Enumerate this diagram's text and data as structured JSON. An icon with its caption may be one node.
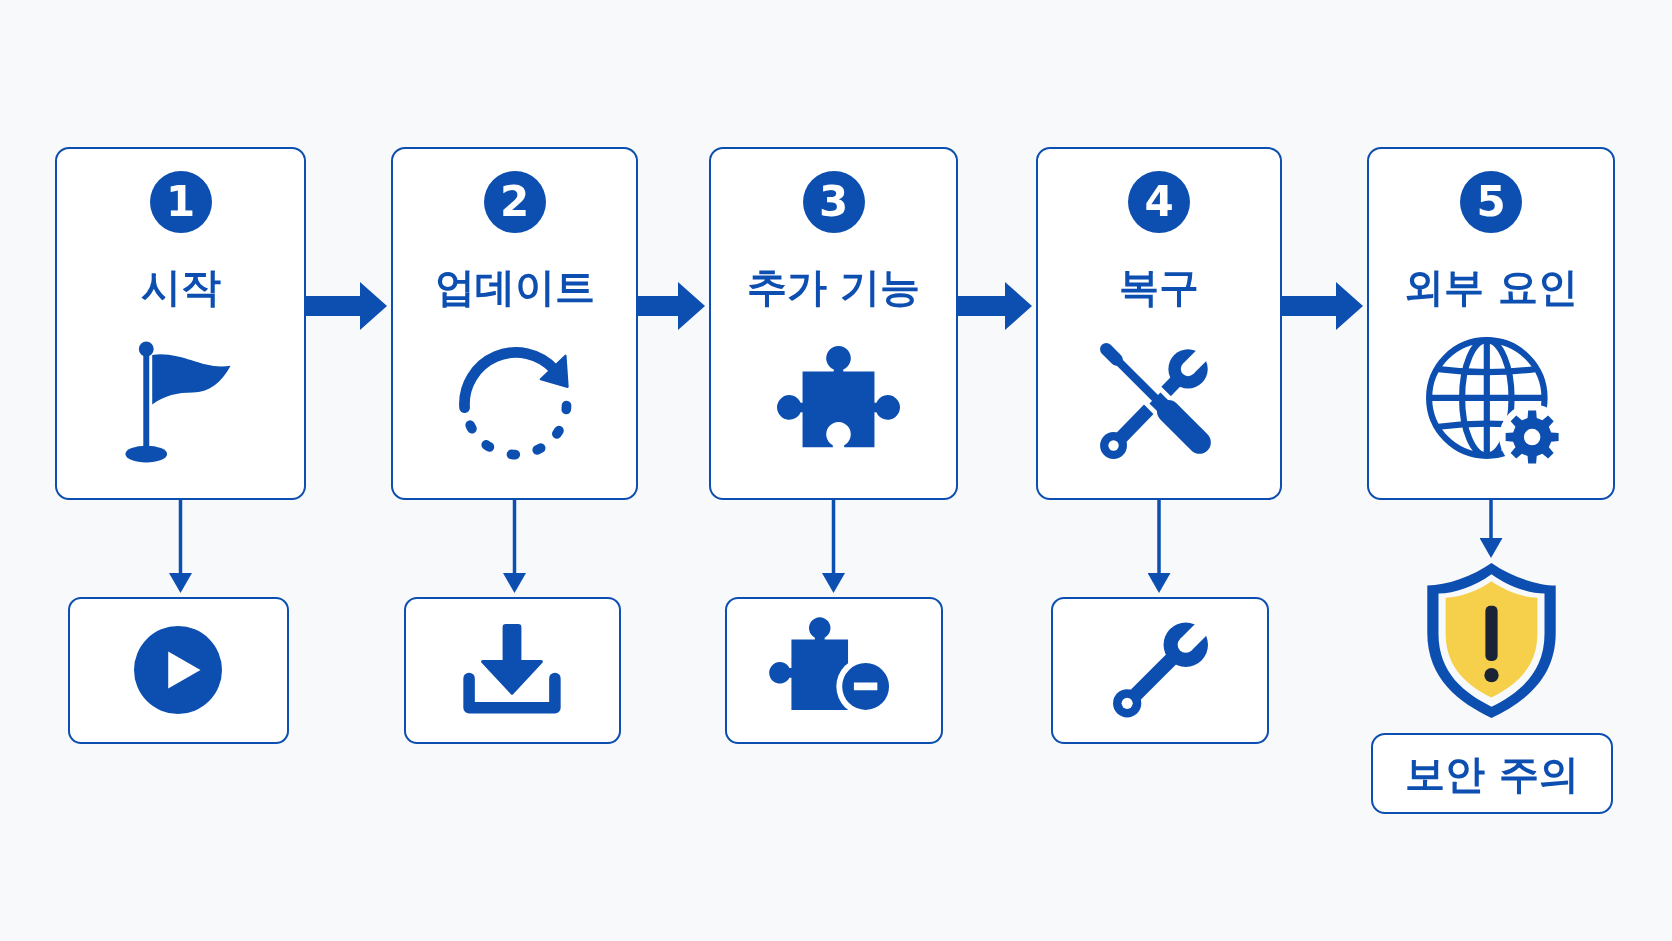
{
  "diagram": {
    "nodes": [
      {
        "text": [
          "1",
          "시작"
        ]
      },
      {
        "text": [
          "2",
          "업데이트"
        ]
      },
      {
        "text": [
          "3",
          "추가 기능"
        ]
      },
      {
        "text": [
          "4",
          "복구"
        ]
      },
      {
        "text": [
          "5",
          "외부 요인"
        ]
      },
      {
        "text": [],
        "shape": "box"
      },
      {
        "text": [],
        "shape": "box"
      },
      {
        "text": [],
        "shape": "box"
      },
      {
        "text": [],
        "shape": "box"
      },
      {
        "text": [],
        "shape": "picture"
      },
      {
        "text": [
          "보안 주의"
        ]
      }
    ],
    "edges": [
      {
        "from": 0,
        "to": 1,
        "arrow": "to",
        "style": "thick"
      },
      {
        "from": 1,
        "to": 2,
        "arrow": "to",
        "style": "thick"
      },
      {
        "from": 2,
        "to": 3,
        "arrow": "to",
        "style": "thick"
      },
      {
        "from": 3,
        "to": 4,
        "arrow": "to",
        "style": "thick"
      },
      {
        "from": 0,
        "to": 5,
        "arrow": "to"
      },
      {
        "from": 1,
        "to": 6,
        "arrow": "to"
      },
      {
        "from": 2,
        "to": 7,
        "arrow": "to"
      },
      {
        "from": 3,
        "to": 8,
        "arrow": "to"
      },
      {
        "from": 4,
        "to": 9,
        "arrow": "to"
      }
    ]
  }
}
